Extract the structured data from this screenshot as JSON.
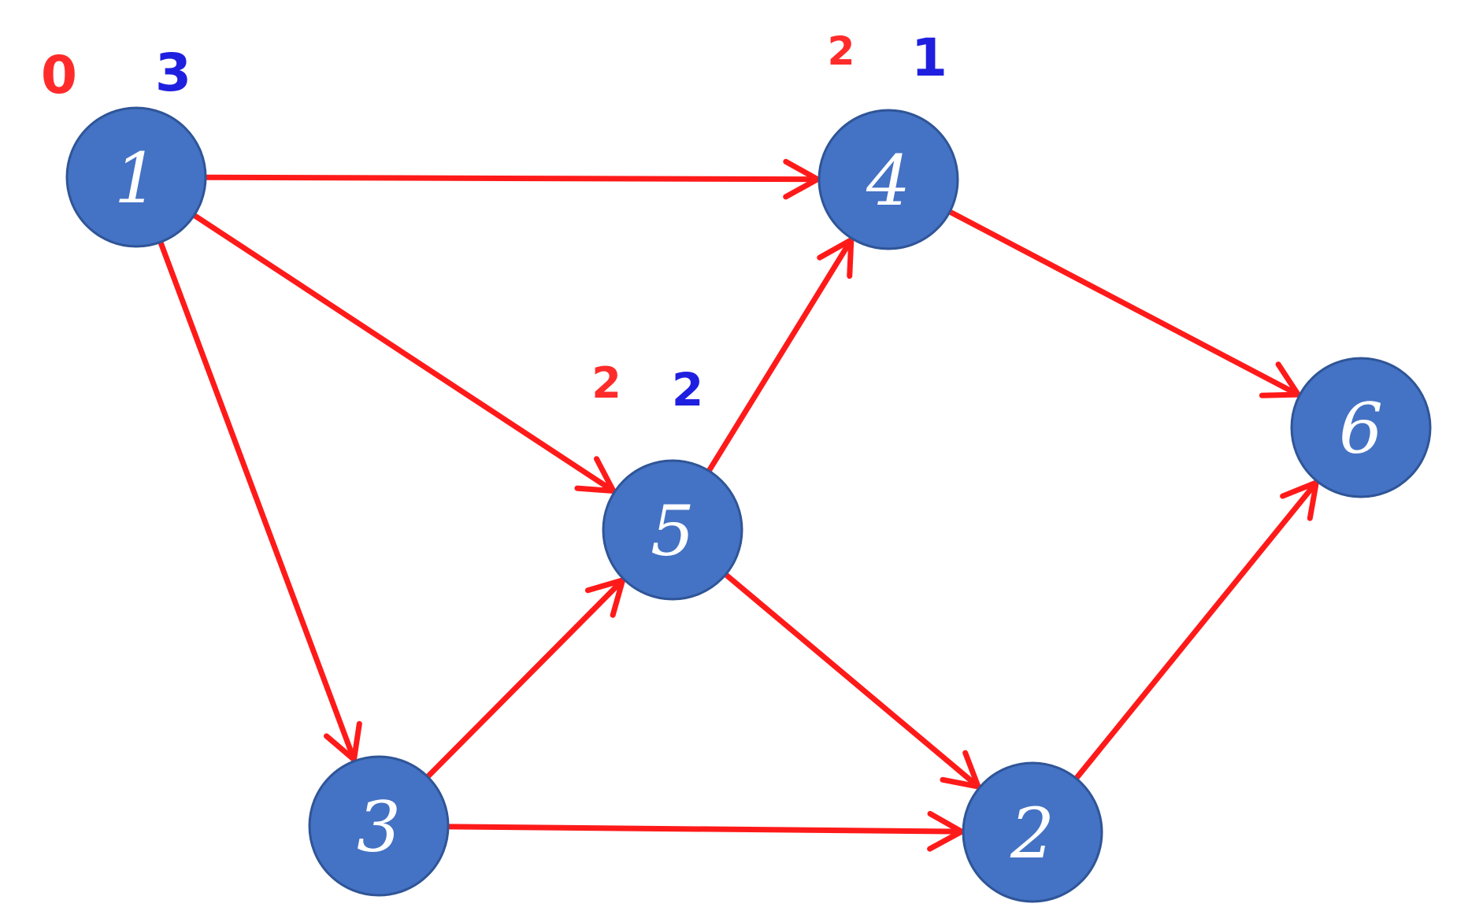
{
  "colors": {
    "node_fill": "#4472c4",
    "node_border": "#2f5597",
    "node_text": "#ffffff",
    "edge": "#ff1a1a",
    "annotation_red": "#ff2b2b",
    "annotation_blue": "#1f1fe0"
  },
  "nodes": [
    {
      "id": "1",
      "label": "1"
    },
    {
      "id": "4",
      "label": "4"
    },
    {
      "id": "5",
      "label": "5"
    },
    {
      "id": "6",
      "label": "6"
    },
    {
      "id": "3",
      "label": "3"
    },
    {
      "id": "2",
      "label": "2"
    }
  ],
  "edges": [
    {
      "from": "1",
      "to": "4"
    },
    {
      "from": "1",
      "to": "5"
    },
    {
      "from": "1",
      "to": "3"
    },
    {
      "from": "4",
      "to": "6"
    },
    {
      "from": "5",
      "to": "4"
    },
    {
      "from": "5",
      "to": "2"
    },
    {
      "from": "3",
      "to": "5"
    },
    {
      "from": "3",
      "to": "2"
    },
    {
      "from": "2",
      "to": "6"
    }
  ],
  "annotations": {
    "node1_red": "0",
    "node1_blue": "3",
    "node4_red": "2",
    "node4_blue": "1",
    "node5_red": "2",
    "node5_blue": "2"
  }
}
